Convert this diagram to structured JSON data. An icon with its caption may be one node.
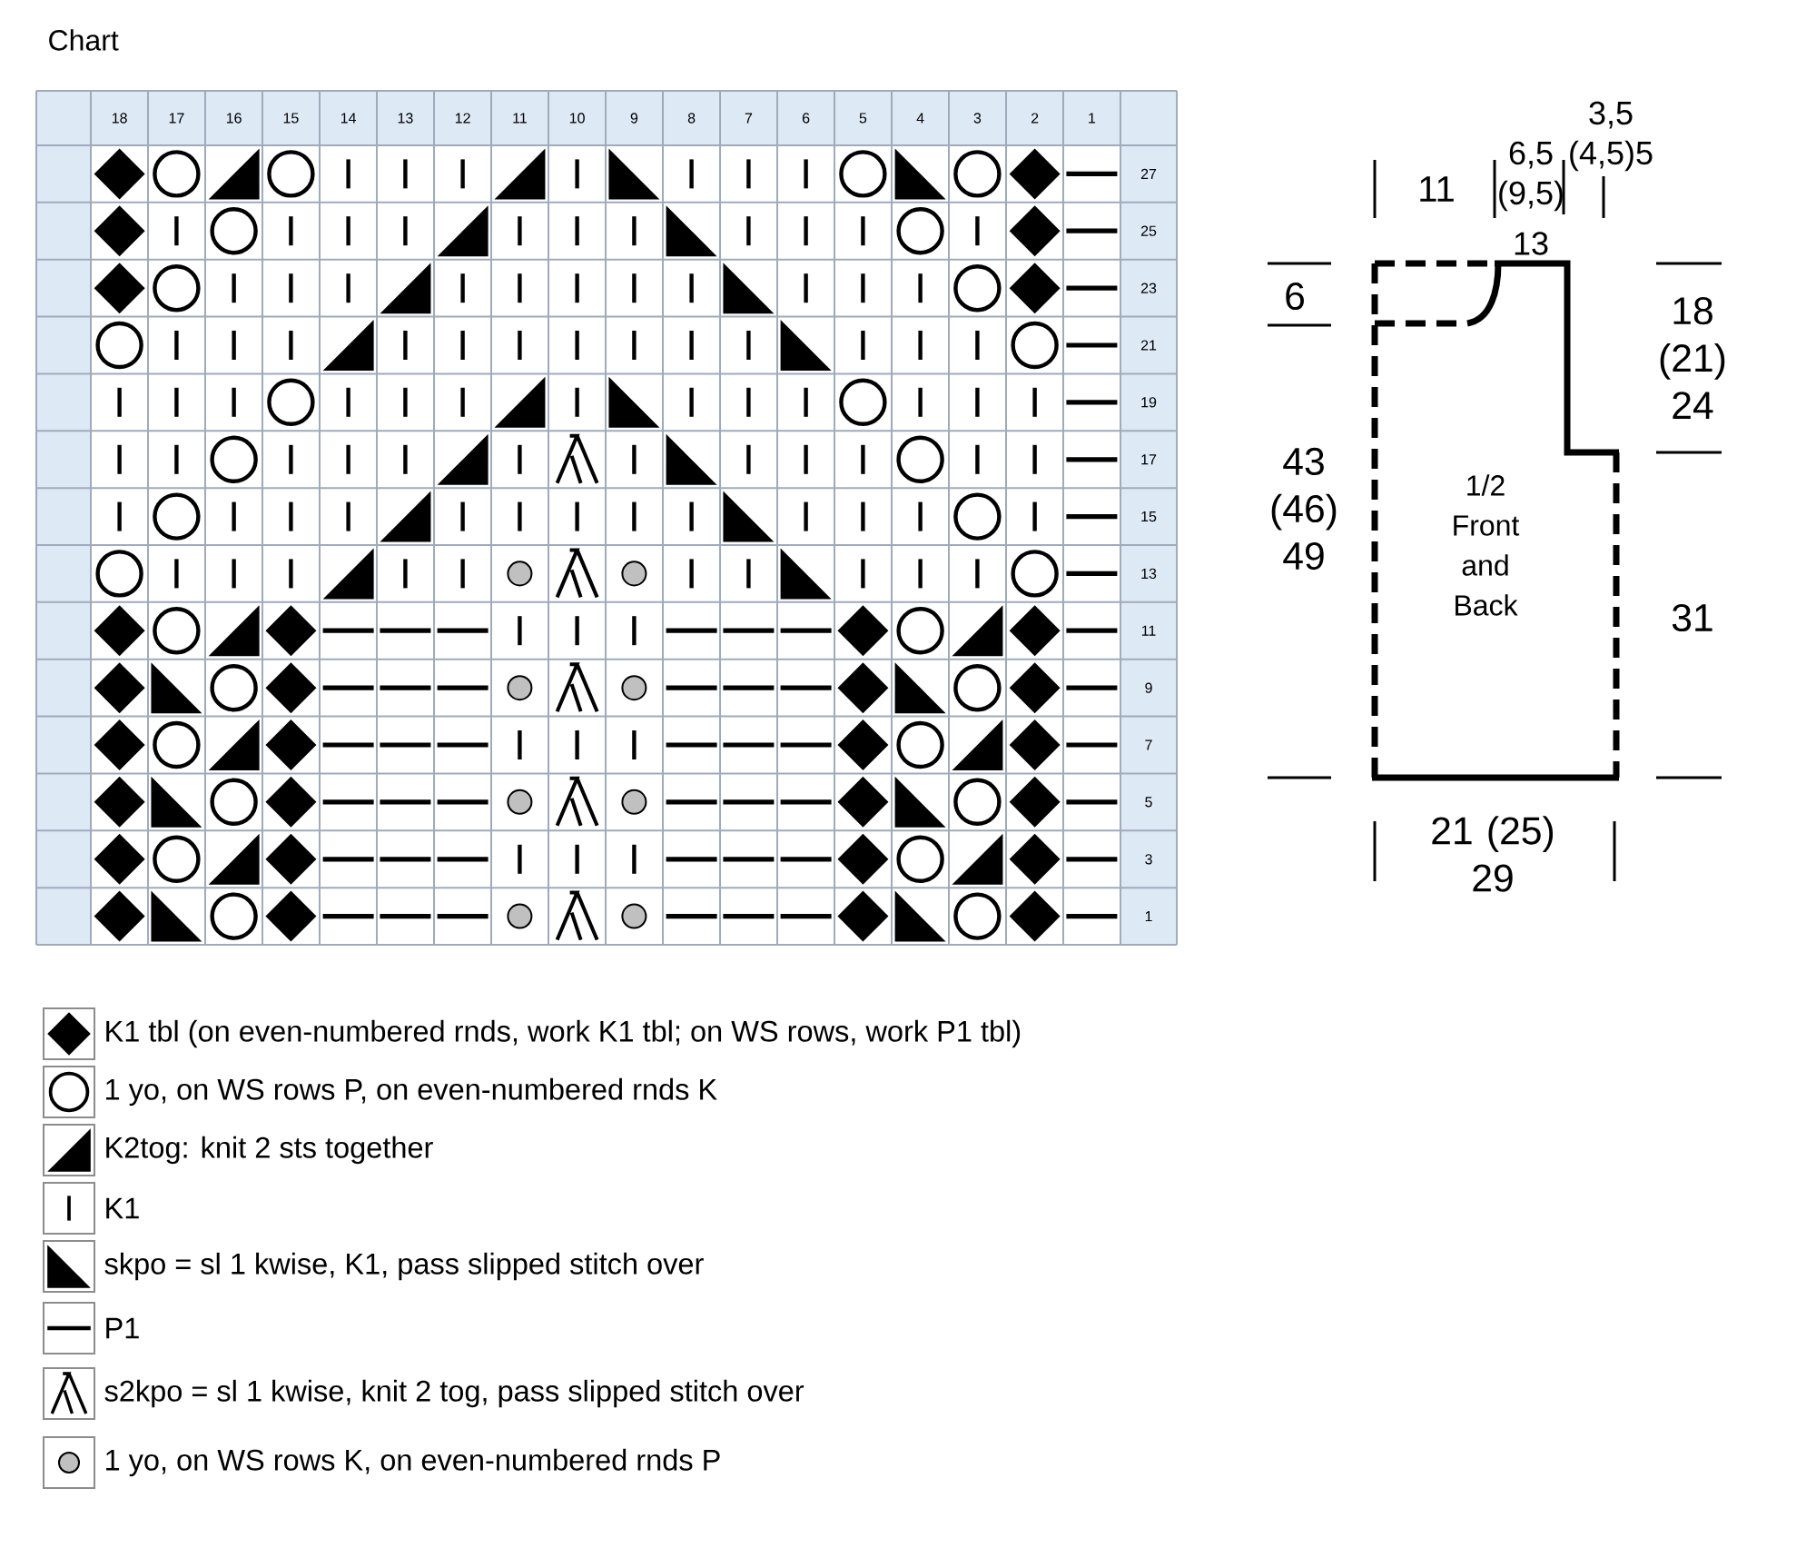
{
  "diagram": {
    "title": "Chart",
    "nodes": [
      {
        "text": [
          "1/2 Front and Back"
        ]
      }
    ],
    "labels": [
      "18",
      "17",
      "16",
      "15",
      "14",
      "13",
      "12",
      "11",
      "10",
      "9",
      "8",
      "7",
      "6",
      "5",
      "4",
      "3",
      "2",
      "1",
      "27",
      "25",
      "23",
      "21",
      "19",
      "17",
      "15",
      "13",
      "11",
      "9",
      "7",
      "5",
      "3",
      "1",
      "3,5 (4,5)5",
      "11",
      "6,5 (9,5)",
      "13",
      "6",
      "18 (21) 24",
      "43 (46) 49",
      "31",
      "21 (25) 29"
    ],
    "legend": [
      {
        "text": "K1 tbl (on even-numbered rnds, work K1 tbl; on WS rows, work P1 tbl)"
      },
      {
        "text": "1 yo, on WS rows P, on even-numbered rnds K"
      },
      {
        "text": "K2tog: knit 2 sts together"
      },
      {
        "text": "K1"
      },
      {
        "text": "skpo = sl 1 kwise, K1, pass slipped stitch over"
      },
      {
        "text": "P1"
      },
      {
        "text": "s2kpo = sl 1 kwise, knit 2 tog, pass slipped stitch over"
      },
      {
        "text": "1 yo, on WS rows K, on even-numbered rnds P"
      }
    ]
  }
}
